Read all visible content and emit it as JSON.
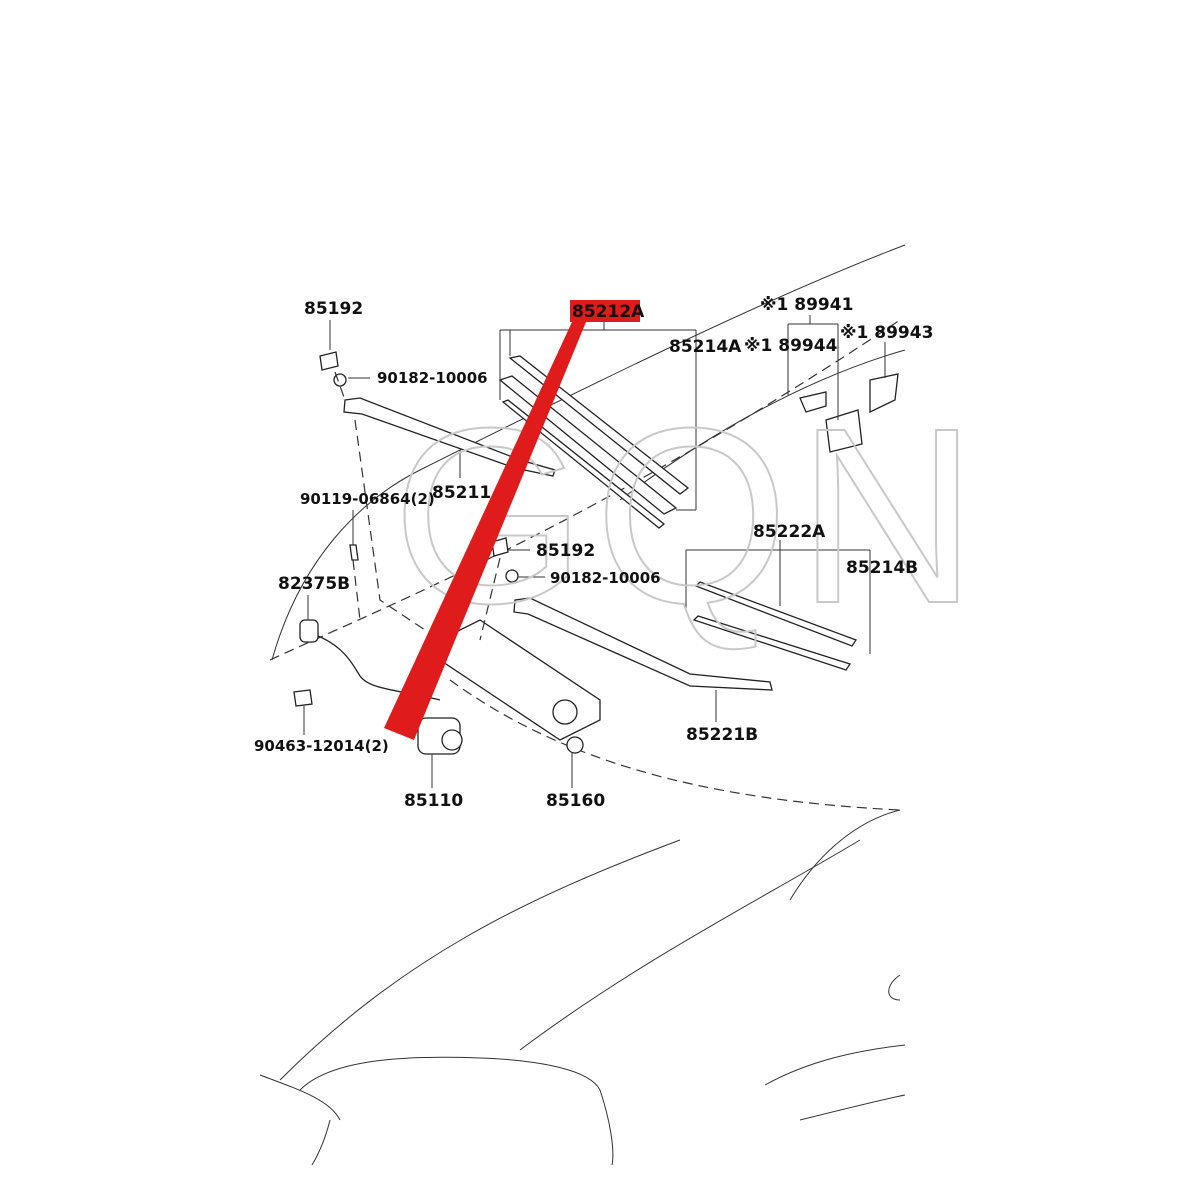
{
  "watermark": "GQN",
  "colors": {
    "highlight": "#e01b1b",
    "line": "#222222",
    "watermark": "#c8c8c8"
  },
  "labels": {
    "p85192_top": "85192",
    "p90182_top": "90182-10006",
    "p85212a": "85212A",
    "p85214a": "85214A",
    "p85211": "85211",
    "p90119": "90119-06864(2)",
    "p85192_mid": "85192",
    "p90182_mid": "90182-10006",
    "p82375b": "82375B",
    "p90463": "90463-12014(2)",
    "p85110": "85110",
    "p85160": "85160",
    "p85222a": "85222A",
    "p85214b": "85214B",
    "p85221b": "85221B",
    "p89941": "※1 89941",
    "p89944": "※1 89944",
    "p89943": "※1 89943"
  }
}
